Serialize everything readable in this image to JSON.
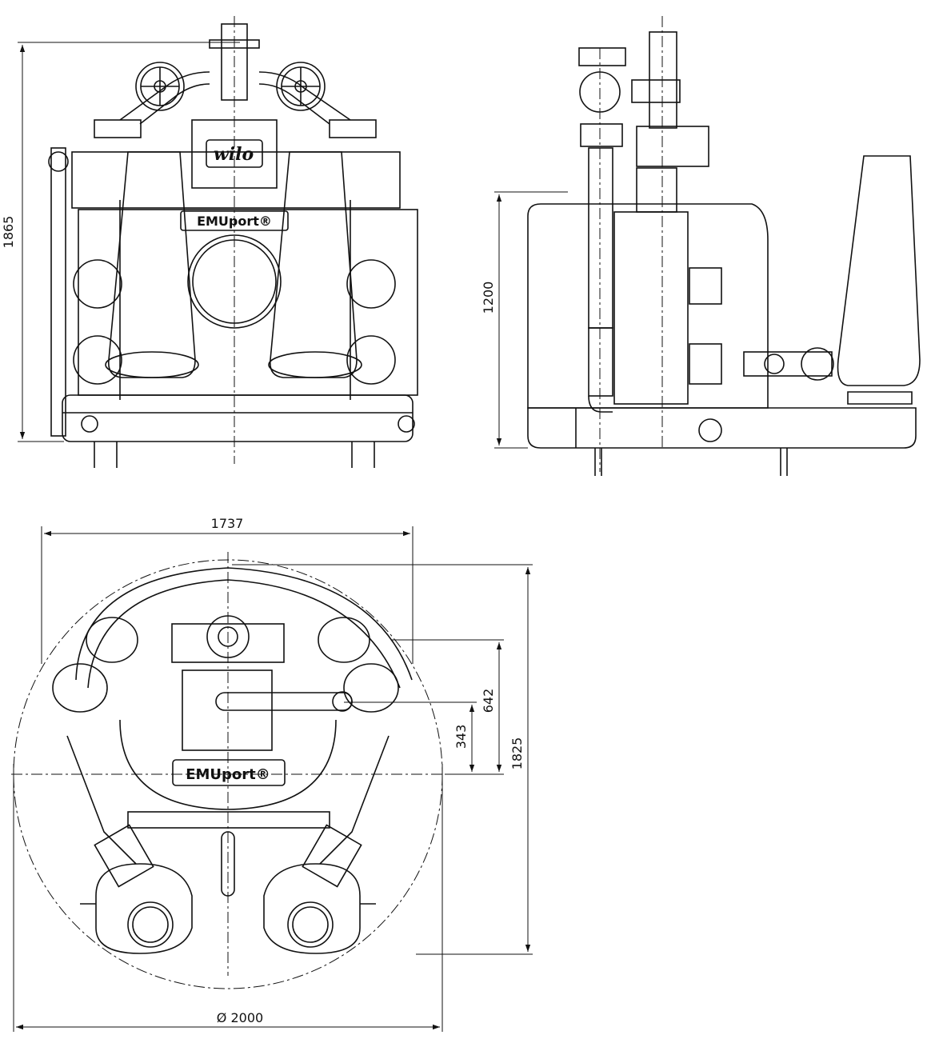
{
  "dimensions": {
    "front_height": "1865",
    "side_height": "1200",
    "top_width": "1737",
    "top_offset_small": "343",
    "top_offset_mid": "642",
    "top_depth": "1825",
    "diameter": "Ø 2000"
  },
  "labels": {
    "logo": "wilo",
    "product_front": "EMUport®",
    "product_top": "EMUport®"
  },
  "colors": {
    "line": "#111111",
    "background": "#ffffff"
  }
}
